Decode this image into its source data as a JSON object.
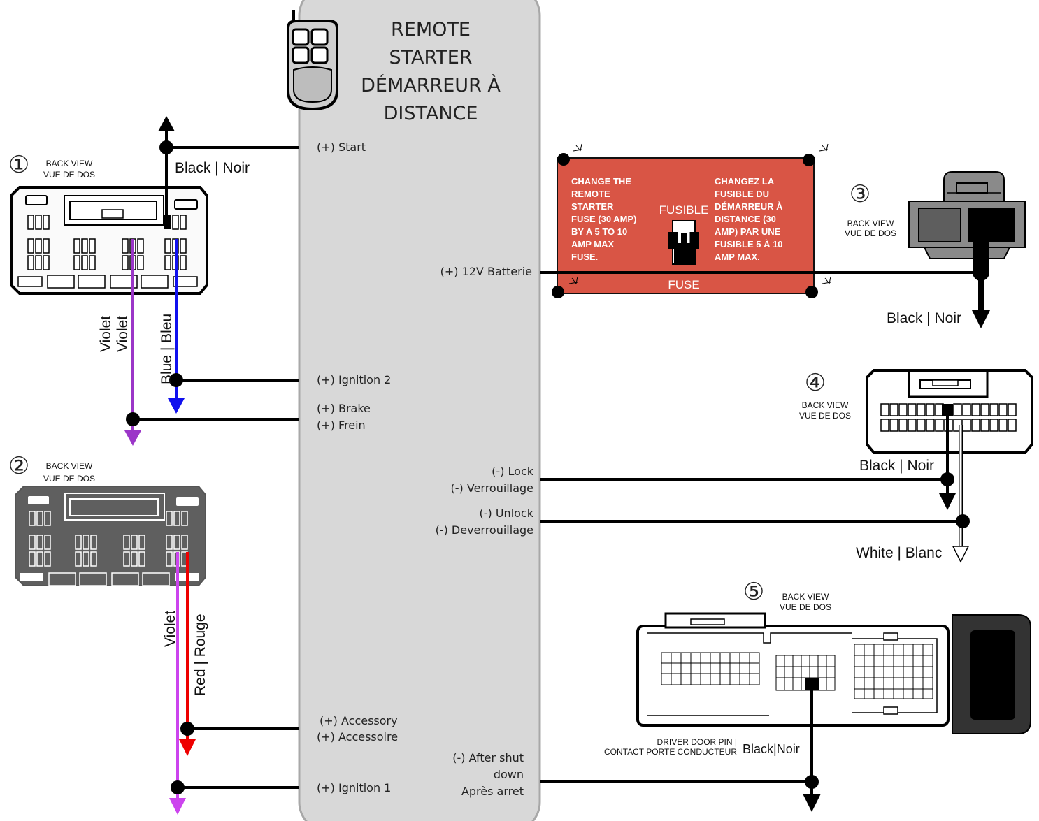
{
  "module": {
    "title_lines": [
      "REMOTE",
      "STARTER",
      "DÉMARREUR À",
      "DISTANCE"
    ]
  },
  "terminals": {
    "start": "(+) Start",
    "battery": "(+) 12V Batterie",
    "ignition2": "(+) Ignition 2",
    "brake": [
      "(+) Brake",
      "(+) Frein"
    ],
    "lock": [
      "(-) Lock",
      "(-) Verrouillage"
    ],
    "unlock": [
      "(-) Unlock",
      "(-) Deverrouillage"
    ],
    "accessory": [
      "(+) Accessory",
      "(+) Accessoire"
    ],
    "after_shutdown": [
      "(-) After shut",
      "down",
      "Après arret"
    ],
    "ignition1": "(+) Ignition 1"
  },
  "connectors": {
    "c1": {
      "number": "①",
      "view": [
        "BACK VIEW",
        "VUE DE DOS"
      ]
    },
    "c2": {
      "number": "②",
      "view": [
        "BACK VIEW",
        "VUE DE DOS"
      ]
    },
    "c3": {
      "number": "③",
      "view": [
        "BACK VIEW",
        "VUE DE DOS"
      ]
    },
    "c4": {
      "number": "④",
      "view": [
        "BACK VIEW",
        "VUE DE DOS"
      ]
    },
    "c5": {
      "number": "⑤",
      "view": [
        "BACK VIEW",
        "VUE DE DOS"
      ],
      "caption": [
        "DRIVER DOOR PIN |",
        "CONTACT PORTE CONDUCTEUR"
      ]
    }
  },
  "wires": {
    "start": "Black | Noir",
    "violet_1": [
      "Violet",
      "Violet"
    ],
    "blue": "Blue | Bleu",
    "violet_2": "Violet",
    "red": "Red | Rouge",
    "battery": "Black | Noir",
    "lock": "Black | Noir",
    "unlock": "White | Blanc",
    "door": "Black|Noir"
  },
  "fuse_box": {
    "left_text": [
      "CHANGE THE",
      "REMOTE",
      "STARTER",
      "FUSE (30 AMP)",
      "BY A 5 TO 10",
      "AMP MAX",
      "FUSE."
    ],
    "right_text": [
      "CHANGEZ LA",
      "FUSIBLE DU",
      "DÉMARREUR À",
      "DISTANCE (30",
      "AMP) PAR UNE",
      "FUSIBLE  5 À 10",
      "AMP MAX."
    ],
    "center_label": "FUSIBLE",
    "bottom_label": "FUSE"
  },
  "colors": {
    "black": "#000000",
    "violet": "#9b36c8",
    "light_violet": "#cc44ee",
    "blue": "#1010ee",
    "red": "#ee0000",
    "fuse_red": "#d95545",
    "module_fill": "#d8d8d8",
    "connector2_fill": "#5f5f5f"
  },
  "icons": [
    "remote-fob-icon",
    "fuse-icon",
    "spark-icon"
  ]
}
